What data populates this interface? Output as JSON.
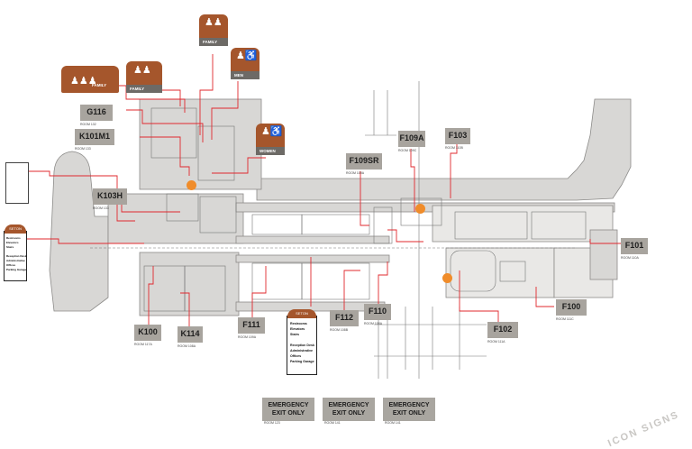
{
  "room_tags": [
    {
      "code": "G116",
      "room": "ROOM 132"
    },
    {
      "code": "K101M1",
      "room": "ROOM 133"
    },
    {
      "code": "K103H",
      "room": "ROOM 133"
    },
    {
      "code": "F109SR",
      "room": "ROOM 109A"
    },
    {
      "code": "F109A",
      "room": "ROOM 109C"
    },
    {
      "code": "F103",
      "room": "ROOM 110B"
    },
    {
      "code": "F101",
      "room": "ROOM 110A"
    },
    {
      "code": "F100",
      "room": "ROOM 111C"
    },
    {
      "code": "F102",
      "room": "ROOM 111A"
    },
    {
      "code": "F110",
      "room": "ROOM 108A"
    },
    {
      "code": "F112",
      "room": "ROOM 108B"
    },
    {
      "code": "F111",
      "room": "ROOM 109A"
    },
    {
      "code": "K114",
      "room": "ROOM 108A"
    },
    {
      "code": "K100",
      "room": "ROOM 117A"
    }
  ],
  "restroom_signs": [
    {
      "label": "FAMILY",
      "icon": "family-icon"
    },
    {
      "label": "FAMILY",
      "icon": "family-icon"
    },
    {
      "label": "FAMILY",
      "icon": "family-icon"
    },
    {
      "label": "MEN",
      "icon": "man-accessible-icon"
    },
    {
      "label": "WOMEN",
      "icon": "woman-accessible-icon"
    }
  ],
  "directory_signs": [
    {
      "brand": "SETON",
      "lines": "Restrooms\nElevators\nStairs\n\nReception Desk\nAdministrative\nOffices\nParking Garage"
    },
    {
      "brand": "SETON",
      "lines": "Restrooms\nElevators\nStairs\n\nReception Desk\nAdministrative\nOffices\nParking Garage"
    }
  ],
  "emergency_signs": [
    {
      "text": "EMERGENCY EXIT ONLY",
      "room": "ROOM 123"
    },
    {
      "text": "EMERGENCY EXIT ONLY",
      "room": "ROOM 141"
    },
    {
      "text": "EMERGENCY EXIT ONLY",
      "room": "ROOM 141"
    }
  ],
  "watermark": "ICON SIGNS",
  "colors": {
    "accent": "#a5562c",
    "marker": "#f08c2a",
    "leader": "#e0282e",
    "tag": "#a8a49e"
  }
}
